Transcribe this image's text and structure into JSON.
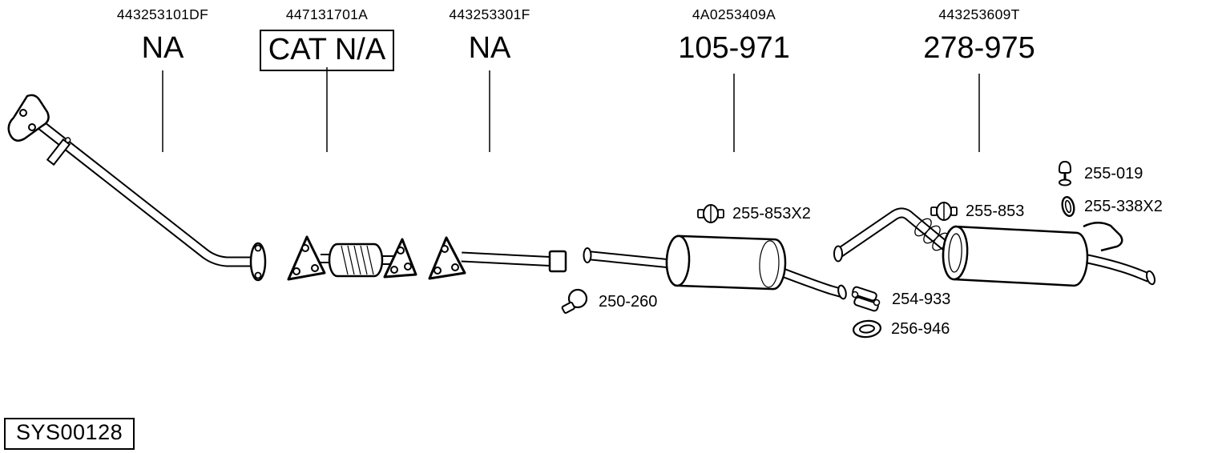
{
  "top_labels": [
    {
      "part_number": "443253101DF",
      "label": "NA",
      "boxed": false
    },
    {
      "part_number": "447131701A",
      "label": "CAT N/A",
      "boxed": true
    },
    {
      "part_number": "443253301F",
      "label": "NA",
      "boxed": false
    },
    {
      "part_number": "4A0253409A",
      "label": "105-971",
      "boxed": false
    },
    {
      "part_number": "443253609T",
      "label": "278-975",
      "boxed": false
    }
  ],
  "callouts": [
    {
      "label": "255-853X2",
      "icon": "clamp-icon"
    },
    {
      "label": "250-260",
      "icon": "band-clamp-icon"
    },
    {
      "label": "254-933",
      "icon": "bracket-clamp-icon"
    },
    {
      "label": "256-946",
      "icon": "gasket-ring-icon"
    },
    {
      "label": "255-853",
      "icon": "clamp-icon"
    },
    {
      "label": "255-019",
      "icon": "rubber-hanger-icon"
    },
    {
      "label": "255-338X2",
      "icon": "seal-ring-icon"
    }
  ],
  "diagram_code": "SYS00128",
  "colors": {
    "ink": "#000000",
    "background": "#ffffff"
  }
}
